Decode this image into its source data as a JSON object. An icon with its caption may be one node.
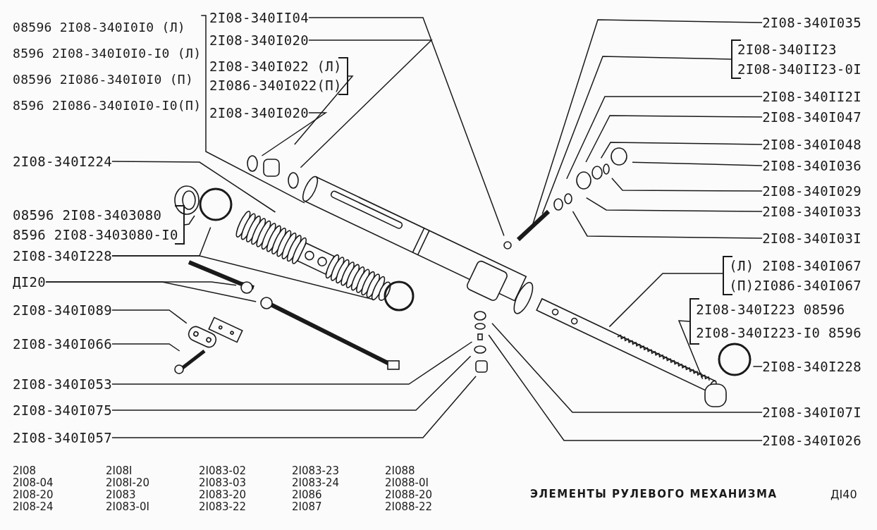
{
  "diagram": {
    "title": "ЭЛЕМЕНТЫ РУЛЕВОГО МЕХАНИЗМА",
    "nodes": [
      {
        "text": [
          "08596 2I08-340I0I0 (Л)",
          "8596 2I08-340I0I0-I0 (Л)",
          "08596 2I086-340I0I0 (П)",
          "8596 2I086-340I0I0-I0(П)"
        ]
      },
      {
        "text": [
          "2I08-340II04"
        ]
      },
      {
        "text": [
          "2I08-340I020"
        ]
      },
      {
        "text": [
          "2I08-340I022 (Л)",
          "2I086-340I022(П)"
        ]
      },
      {
        "text": [
          "2I08-340I020"
        ]
      },
      {
        "text": [
          "2I08-340I035"
        ]
      },
      {
        "text": [
          "2I08-340II23",
          "2I08-340II23-0I"
        ]
      },
      {
        "text": [
          "2I08-340II2I"
        ]
      },
      {
        "text": [
          "2I08-340I047"
        ]
      },
      {
        "text": [
          "2I08-340I048"
        ]
      },
      {
        "text": [
          "2I08-340I036"
        ]
      },
      {
        "text": [
          "2I08-340I029"
        ]
      },
      {
        "text": [
          "2I08-340I033"
        ]
      },
      {
        "text": [
          "2I08-340I03I"
        ]
      },
      {
        "text": [
          "2I08-340I224"
        ]
      },
      {
        "text": [
          "08596 2I08-3403080",
          "8596 2I08-3403080-I0"
        ]
      },
      {
        "text": [
          "2I08-340I228"
        ]
      },
      {
        "text": [
          "ДI20"
        ]
      },
      {
        "text": [
          "2I08-340I089"
        ]
      },
      {
        "text": [
          "2I08-340I066"
        ]
      },
      {
        "text": [
          "2I08-340I053"
        ]
      },
      {
        "text": [
          "2I08-340I075"
        ]
      },
      {
        "text": [
          "2I08-340I057"
        ]
      },
      {
        "text": [
          "(Л) 2I08-340I067",
          "(П)2I086-340I067"
        ]
      },
      {
        "text": [
          "2I08-340I223 08596",
          "2I08-340I223-I0 8596"
        ]
      },
      {
        "text": [
          "2I08-340I228"
        ]
      },
      {
        "text": [
          "2I08-340I07I"
        ]
      },
      {
        "text": [
          "2I08-340I026"
        ]
      }
    ],
    "edges": [
      {
        "from": 0,
        "to": null,
        "arrow": "none"
      },
      {
        "from": 1,
        "to": null,
        "arrow": "none"
      },
      {
        "from": 2,
        "to": null,
        "arrow": "none"
      },
      {
        "from": 3,
        "to": null,
        "arrow": "none"
      },
      {
        "from": 4,
        "to": null,
        "arrow": "none"
      },
      {
        "from": 5,
        "to": null,
        "arrow": "none"
      },
      {
        "from": 6,
        "to": null,
        "arrow": "none"
      },
      {
        "from": 7,
        "to": null,
        "arrow": "none"
      },
      {
        "from": 8,
        "to": null,
        "arrow": "none"
      },
      {
        "from": 9,
        "to": null,
        "arrow": "none"
      },
      {
        "from": 10,
        "to": null,
        "arrow": "none"
      },
      {
        "from": 11,
        "to": null,
        "arrow": "none"
      },
      {
        "from": 12,
        "to": null,
        "arrow": "none"
      },
      {
        "from": 13,
        "to": null,
        "arrow": "none"
      },
      {
        "from": 14,
        "to": null,
        "arrow": "none"
      },
      {
        "from": 15,
        "to": null,
        "arrow": "none"
      },
      {
        "from": 16,
        "to": null,
        "arrow": "none"
      },
      {
        "from": 16,
        "to": null,
        "arrow": "none"
      },
      {
        "from": 17,
        "to": null,
        "arrow": "none"
      },
      {
        "from": 17,
        "to": null,
        "arrow": "none"
      },
      {
        "from": 18,
        "to": null,
        "arrow": "none"
      },
      {
        "from": 19,
        "to": null,
        "arrow": "none"
      },
      {
        "from": 20,
        "to": null,
        "arrow": "none"
      },
      {
        "from": 21,
        "to": null,
        "arrow": "none"
      },
      {
        "from": 22,
        "to": null,
        "arrow": "none"
      },
      {
        "from": 23,
        "to": null,
        "arrow": "none"
      },
      {
        "from": 24,
        "to": null,
        "arrow": "none"
      },
      {
        "from": 25,
        "to": null,
        "arrow": "none"
      },
      {
        "from": 26,
        "to": null,
        "arrow": "none"
      },
      {
        "from": 27,
        "to": null,
        "arrow": "none"
      }
    ],
    "labels": [
      "2I08",
      "2I08I",
      "2I083-02",
      "2I083-23",
      "2I088",
      "2I08-04",
      "2I08I-20",
      "2I083-03",
      "2I083-24",
      "2I088-0I",
      "2I08-20",
      "2I083",
      "2I083-20",
      "2I086",
      "2I088-20",
      "2I08-24",
      "2I083-0I",
      "2I083-22",
      "2I087",
      "2I088-22",
      "ДI40"
    ]
  }
}
